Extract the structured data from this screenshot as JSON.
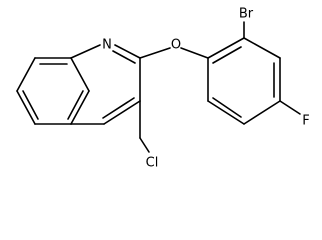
{
  "molecule": {
    "atoms": {
      "n1": "N",
      "o1": "O",
      "br": "Br",
      "f": "F",
      "cl": "Cl"
    }
  }
}
